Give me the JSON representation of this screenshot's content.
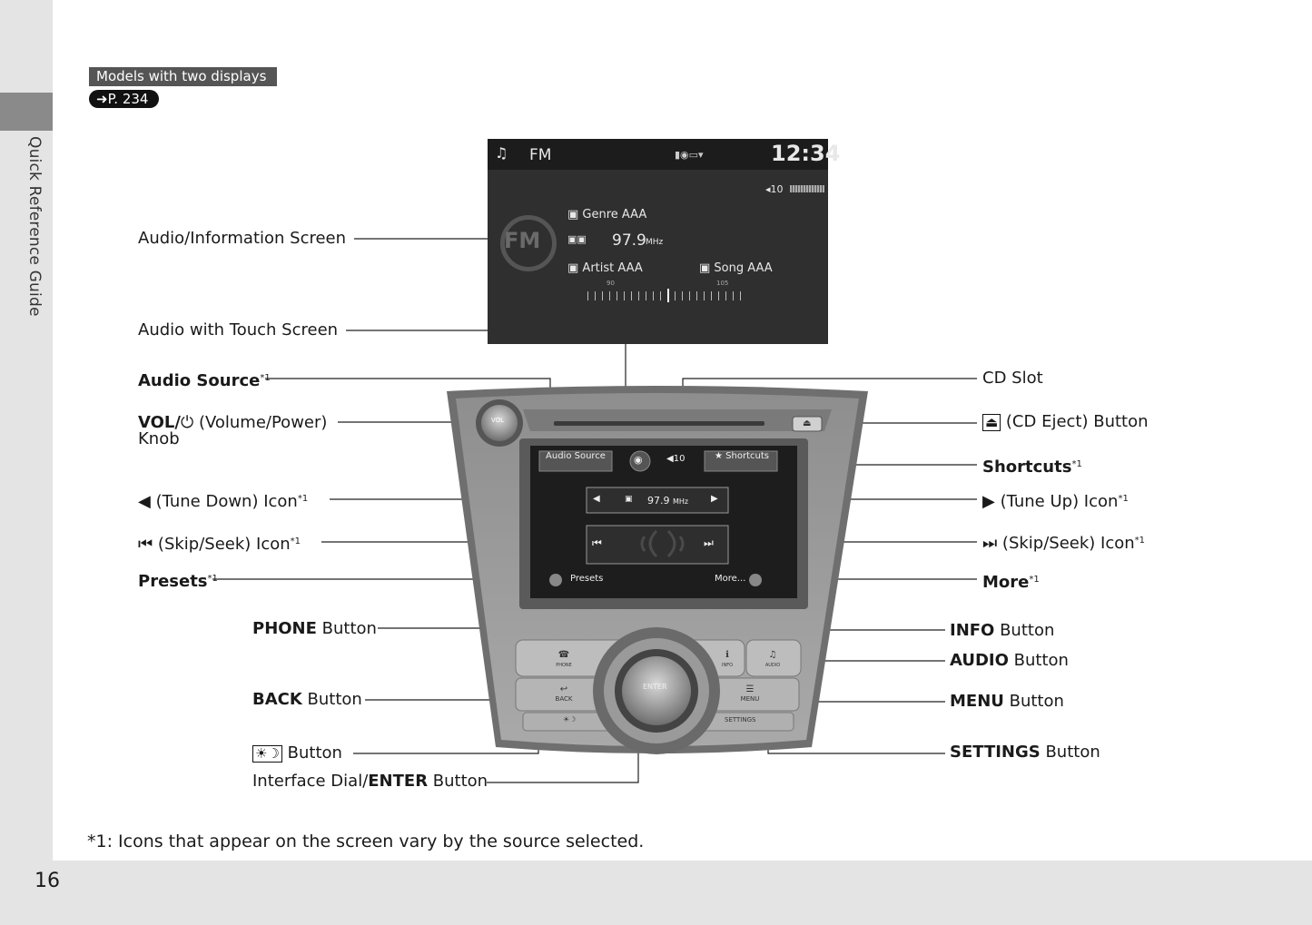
{
  "header": {
    "models_tag": "Models with two displays",
    "page_ref": "P. 234"
  },
  "sidebar": {
    "title": "Quick Reference Guide"
  },
  "page_number": "16",
  "labels": {
    "audio_info_screen": "Audio/Information Screen",
    "audio_touch_screen": "Audio with Touch Screen",
    "audio_source": "Audio Source",
    "vol_bold": "VOL/",
    "vol_rest": " (Volume/Power)",
    "knob": "Knob",
    "tune_down": " (Tune Down) Icon",
    "skip_left": " (Skip/Seek) Icon",
    "presets": "Presets",
    "phone_bold": "PHONE",
    "back_bold": "BACK",
    "button_word": " Button",
    "day_night_button": " Button",
    "dial_plain": "Interface Dial/",
    "dial_bold": "ENTER",
    "cd_slot": "CD Slot",
    "cd_eject": " (CD Eject) Button",
    "shortcuts": "Shortcuts",
    "tune_up": " (Tune Up) Icon",
    "skip_right": " (Skip/Seek) Icon",
    "more": "More",
    "info_bold": "INFO",
    "audio_bold": "AUDIO",
    "menu_bold": "MENU",
    "settings_bold": "SETTINGS",
    "note_mark": "*1"
  },
  "footnote": "*1: Icons that appear on the screen vary by the source selected.",
  "screen": {
    "source": "FM",
    "time": "12:34",
    "volume": "10",
    "genre": "Genre AAA",
    "frequency": "97.9",
    "unit": "MHz",
    "artist": "Artist AAA",
    "song": "Song AAA",
    "scale_low": "90",
    "scale_high": "105",
    "logo": "FM"
  },
  "unit": {
    "audio_source": "Audio Source",
    "volume": "10",
    "shortcuts": "Shortcuts",
    "frequency": "97.9",
    "unit": "MHz",
    "presets": "Presets",
    "more": "More...",
    "enter": "ENTER",
    "phone": "PHONE",
    "back": "BACK",
    "info": "INFO",
    "audio": "AUDIO",
    "menu": "MENU",
    "settings": "SETTINGS",
    "vol": "VOL"
  }
}
